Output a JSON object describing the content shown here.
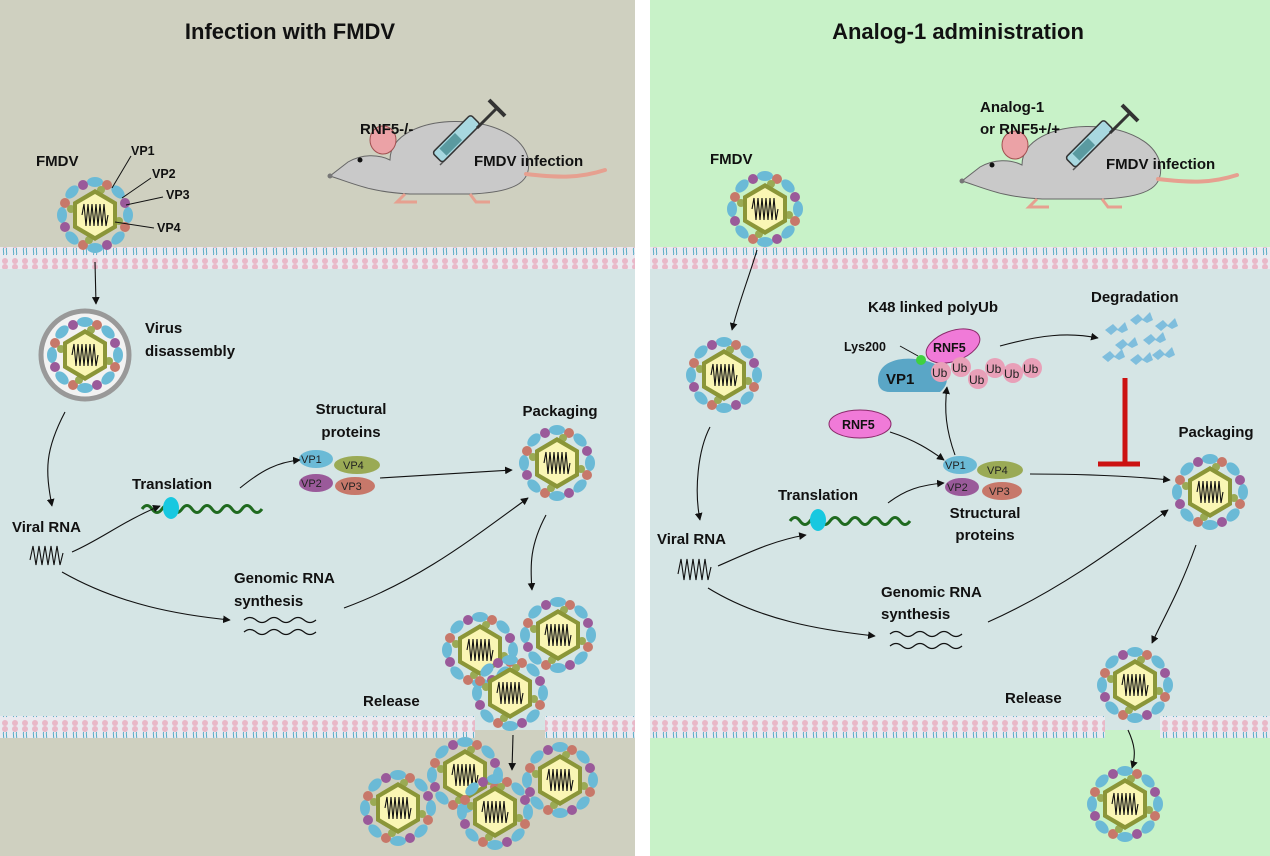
{
  "left_panel": {
    "title": "Infection with FMDV",
    "fmdv_label": "FMDV",
    "capsid_proteins": [
      "VP1",
      "VP2",
      "VP3",
      "VP4"
    ],
    "mouse_label": "RNF5-/-",
    "infection_label": "FMDV infection",
    "disassembly_label_1": "Virus",
    "disassembly_label_2": "disassembly",
    "viral_rna_label": "Viral RNA",
    "translation_label": "Translation",
    "structural_label_1": "Structural",
    "structural_label_2": "proteins",
    "packaging_label": "Packaging",
    "genomic_label_1": "Genomic RNA",
    "genomic_label_2": "synthesis",
    "release_label": "Release"
  },
  "right_panel": {
    "title": "Analog-1 administration",
    "fmdv_label": "FMDV",
    "treatment_label_1": "Analog-1",
    "treatment_label_2": "or RNF5+/+",
    "infection_label": "FMDV infection",
    "polyub_label": "K48 linked polyUb",
    "lys_label": "Lys200",
    "rnf5_label": "RNF5",
    "vp1_label": "VP1",
    "ub_label": "Ub",
    "degradation_label": "Degradation",
    "viral_rna_label": "Viral RNA",
    "translation_label": "Translation",
    "structural_label_1": "Structural",
    "structural_label_2": "proteins",
    "packaging_label": "Packaging",
    "genomic_label_1": "Genomic RNA",
    "genomic_label_2": "synthesis",
    "release_label": "Release"
  },
  "colors": {
    "left_outside": "#cfd0c0",
    "right_outside": "#c8f2c8",
    "cytoplasm": "#d5e5e5",
    "rnf5": "#f07ad8",
    "inhibition": "#cc1111",
    "ub": "#e8a0b8",
    "degradation": "#7fbedd"
  }
}
